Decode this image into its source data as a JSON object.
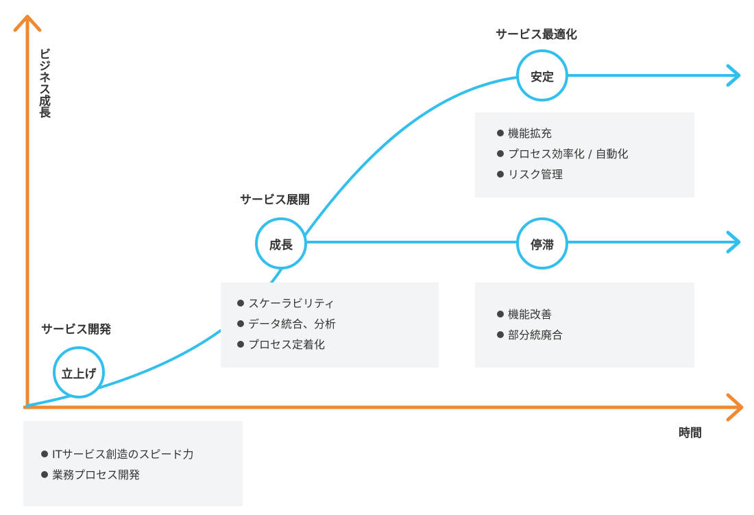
{
  "colors": {
    "axis": "#f08a32",
    "curve": "#33bfee",
    "box": "#f3f4f5",
    "text": "#333333"
  },
  "axes": {
    "y_label": "ビジネス成長",
    "x_label": "時間"
  },
  "phases": [
    {
      "title": "サービス開発",
      "node": "立上げ",
      "items": [
        "ITサービス創造のスピード力",
        "業務プロセス開発"
      ]
    },
    {
      "title": "サービス展開",
      "node": "成長",
      "items": [
        "スケーラビリティ",
        "データ統合、分析",
        "プロセス定着化"
      ]
    },
    {
      "title": "サービス最適化",
      "node": "安定",
      "items": [
        "機能拡充",
        "プロセス効率化 / 自動化",
        "リスク管理"
      ]
    },
    {
      "title": "",
      "node": "停滞",
      "items": [
        "機能改善",
        "部分統廃合"
      ]
    }
  ]
}
